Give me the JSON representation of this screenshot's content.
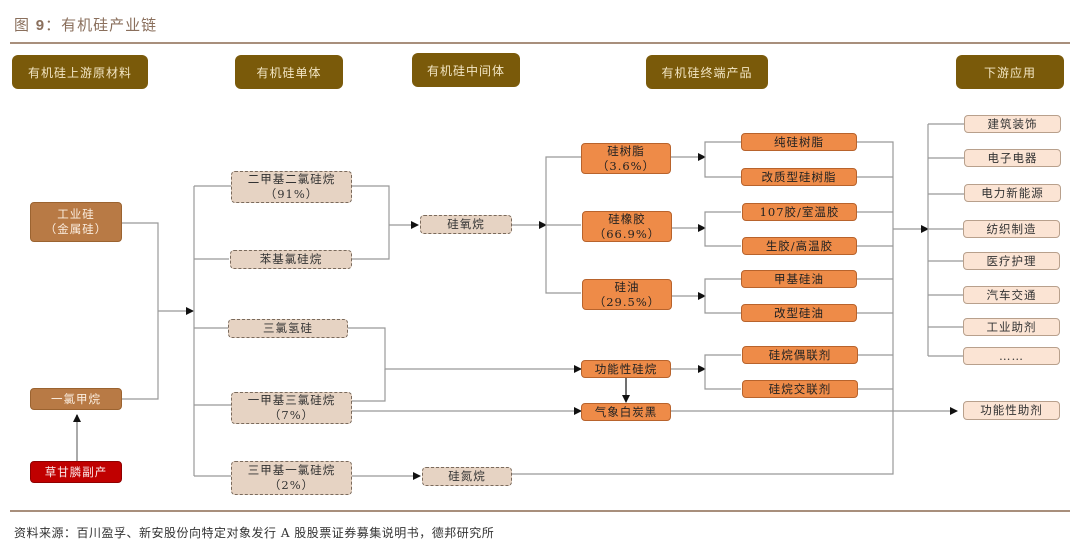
{
  "title": {
    "prefix": "图 ",
    "number": "9",
    "text": "：有机硅产业链"
  },
  "headers": {
    "upstream": "有机硅上游原材料",
    "monomer": "有机硅单体",
    "intermediate": "有机硅中间体",
    "end_products": "有机硅终端产品",
    "downstream": "下游应用"
  },
  "raw_materials": {
    "industrial_silicon": {
      "line1": "工业硅",
      "line2": "（金属硅）"
    },
    "methyl_chloride": "一氯甲烷",
    "glyphosate_byproduct": "草甘膦副产"
  },
  "monomers": {
    "dmdcs": {
      "line1": "二甲基二氯硅烷",
      "line2": "（91%）"
    },
    "phenyl_chlorosilane": "苯基氯硅烷",
    "trichlorosilane": "三氯氢硅",
    "mtcs": {
      "line1": "一甲基三氯硅烷",
      "line2": "（7%）"
    },
    "tmcs": {
      "line1": "三甲基一氯硅烷",
      "line2": "（2%）"
    }
  },
  "intermediates": {
    "siloxane": "硅氧烷",
    "silazane": "硅氮烷"
  },
  "products": {
    "silicone_resin": {
      "line1": "硅树脂",
      "line2": "（3.6%）"
    },
    "silicone_rubber": {
      "line1": "硅橡胶",
      "line2": "（66.9%）"
    },
    "silicone_oil": {
      "line1": "硅油",
      "line2": "（29.5%）"
    },
    "functional_silane": "功能性硅烷",
    "fumed_silica": "气象白炭黑"
  },
  "sub_products": {
    "pure_resin": "纯硅树脂",
    "modified_resin": "改质型硅树脂",
    "rtv": "107胶/室温胶",
    "htv": "生胶/高温胶",
    "methyl_oil": "甲基硅油",
    "modified_oil": "改型硅油",
    "coupling_agent": "硅烷偶联剂",
    "crosslinker": "硅烷交联剂"
  },
  "applications": [
    "建筑装饰",
    "电子电器",
    "电力新能源",
    "纺织制造",
    "医疗护理",
    "汽车交通",
    "工业助剂",
    "……"
  ],
  "functional_additive": "功能性助剂",
  "source": "资料来源：百川盈孚、新安股份向特定对象发行 A 股股票证券募集说明书，德邦研究所"
}
